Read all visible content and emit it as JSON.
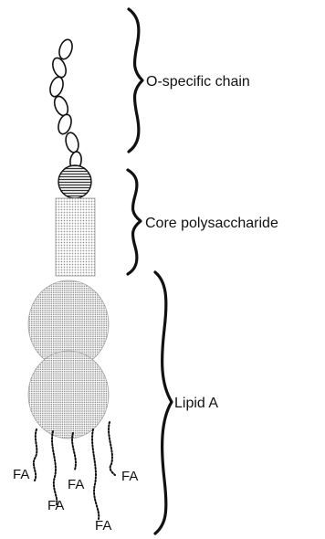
{
  "labels": {
    "o_chain": "O-specific chain",
    "core": "Core polysaccharide",
    "lipid": "Lipid A"
  },
  "fatty_acids": [
    "FA",
    "FA",
    "FA",
    "FA",
    "FA"
  ],
  "colors": {
    "ink": "#111111",
    "stipple": "#b5b5b5",
    "stipple_dark": "#8f8f8f",
    "hatch_fill": "#666666",
    "background": "#ffffff"
  }
}
